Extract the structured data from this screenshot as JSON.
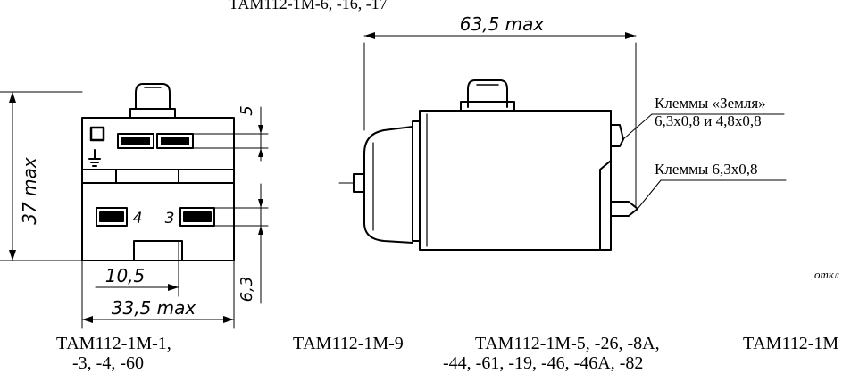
{
  "top_caption": "ТАМ112-1М-6, -16, -17",
  "dimensions": {
    "width_max": "63,5 max",
    "height_max": "37 max",
    "top_gap": "5",
    "bottom_gap": "6,3",
    "offset": "10,5",
    "base_width_max": "33,5 max"
  },
  "terminal_numbers": {
    "left": "4",
    "right": "3"
  },
  "labels": {
    "ground_title": "Клеммы «Земля»",
    "ground_size": "6,3х0,8 и 4,8х0,8",
    "terminals": "Клеммы 6,3х0,8",
    "partial_right": "откл"
  },
  "captions": [
    [
      "ТАМ112-1М-1,",
      "-3, -4, -60"
    ],
    [
      "ТАМ112-1М-9"
    ],
    [
      "ТАМ112-1М-5, -26, -8А,",
      "-44, -61, -19, -46, -46А, -82"
    ],
    [
      "ТАМ112-1М"
    ]
  ]
}
